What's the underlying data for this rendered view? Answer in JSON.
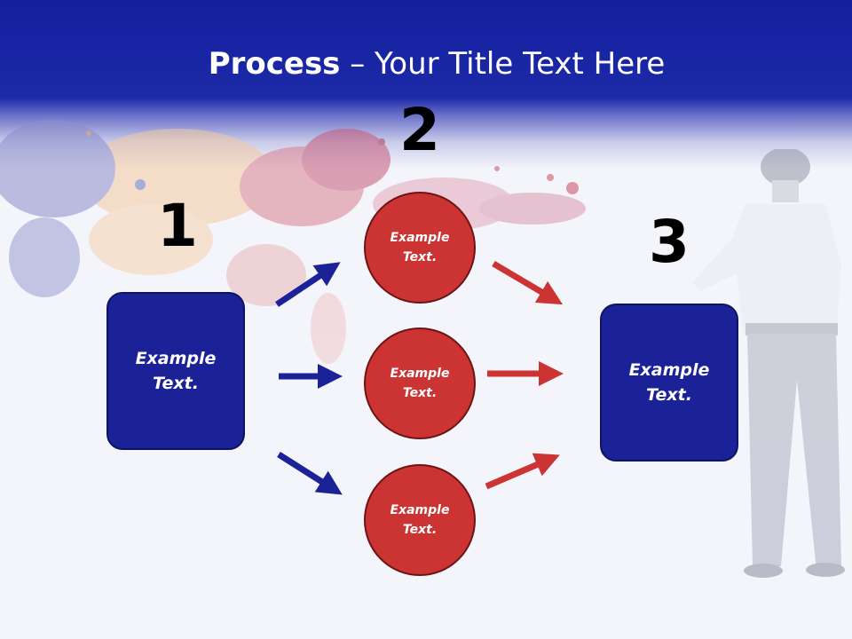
{
  "slide": {
    "title_strong": "Process",
    "title_rest": " – Your Title Text Here"
  },
  "steps": {
    "step1_number": "1",
    "step2_number": "2",
    "step3_number": "3"
  },
  "boxes": {
    "left_text": "Example Text.",
    "right_text": "Example Text."
  },
  "circles": [
    {
      "text": "Example Text."
    },
    {
      "text": "Example Text."
    },
    {
      "text": "Example Text."
    }
  ],
  "colors": {
    "header_blue": "#1c2aa8",
    "box_blue": "#1b2196",
    "arrow_blue": "#1b2196",
    "circle_red": "#cc3434",
    "arrow_red": "#cc3434"
  }
}
